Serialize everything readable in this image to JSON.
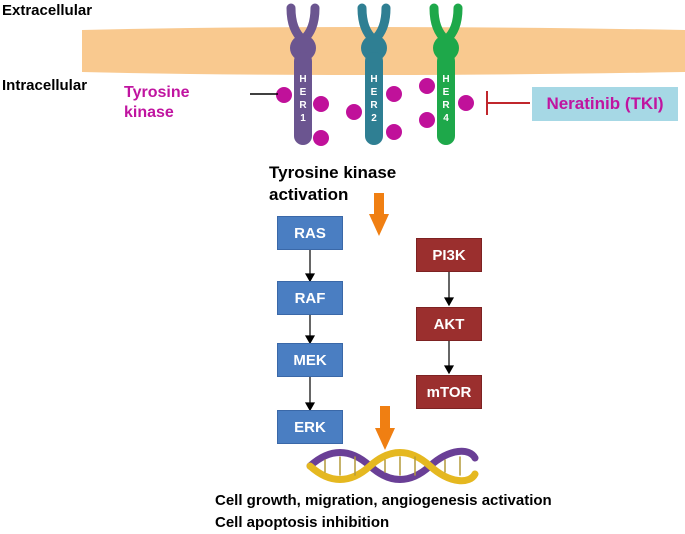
{
  "regions": {
    "extracellular": "Extracellular",
    "intracellular": "Intracellular"
  },
  "labels": {
    "tyrosine_kinase_line1": "Tyrosine",
    "tyrosine_kinase_line2": "kinase",
    "activation_line1": "Tyrosine kinase",
    "activation_line2": "activation",
    "outcome_line1": "Cell growth, migration, angiogenesis activation",
    "outcome_line2": "Cell apoptosis inhibition"
  },
  "drug": {
    "name": "Neratinib (TKI)"
  },
  "receptors": [
    {
      "label": "HER1",
      "color": "#6b5590"
    },
    {
      "label": "HER2",
      "color": "#2f7f93"
    },
    {
      "label": "HER4",
      "color": "#1ea84a"
    }
  ],
  "pathways": {
    "ras": [
      "RAS",
      "RAF",
      "MEK",
      "ERK"
    ],
    "pi3k": [
      "PI3K",
      "AKT",
      "mTOR"
    ]
  },
  "colors": {
    "membrane": "#f9c98f",
    "kinase_dot": "#c0119a",
    "ras_box": "#4a7ec2",
    "pi3k_box": "#9b2f2e",
    "big_arrow": "#f07f12",
    "inhibitor": "#c0262c",
    "dna_strand_a": "#6a3f96",
    "dna_strand_b": "#e5b820",
    "drug_box": "#a6d8e5",
    "drug_text": "#c014a0"
  }
}
